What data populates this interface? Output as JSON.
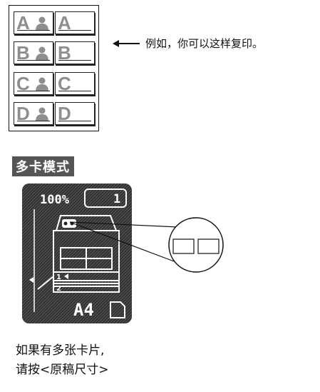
{
  "tiles": [
    {
      "letter": "A",
      "has_photo": true
    },
    {
      "letter": "A",
      "has_photo": false
    },
    {
      "letter": "B",
      "has_photo": true
    },
    {
      "letter": "B",
      "has_photo": false
    },
    {
      "letter": "C",
      "has_photo": true
    },
    {
      "letter": "C",
      "has_photo": false
    },
    {
      "letter": "D",
      "has_photo": true
    },
    {
      "letter": "D",
      "has_photo": false
    }
  ],
  "callout": {
    "text": "例如，你可以这样复印。"
  },
  "mode_title": "多卡模式",
  "lcd": {
    "zoom": "100%",
    "copies": "1",
    "row_label_1": "1",
    "row_label_2": "2",
    "paper_size": "A4"
  },
  "footer": {
    "line1": "如果有多张卡片,",
    "line2": "请按<原稿尺寸>"
  },
  "colors": {
    "tile_letter": "#8e8e8e",
    "title_bg": "#555555",
    "lcd_bg": "#222222"
  }
}
